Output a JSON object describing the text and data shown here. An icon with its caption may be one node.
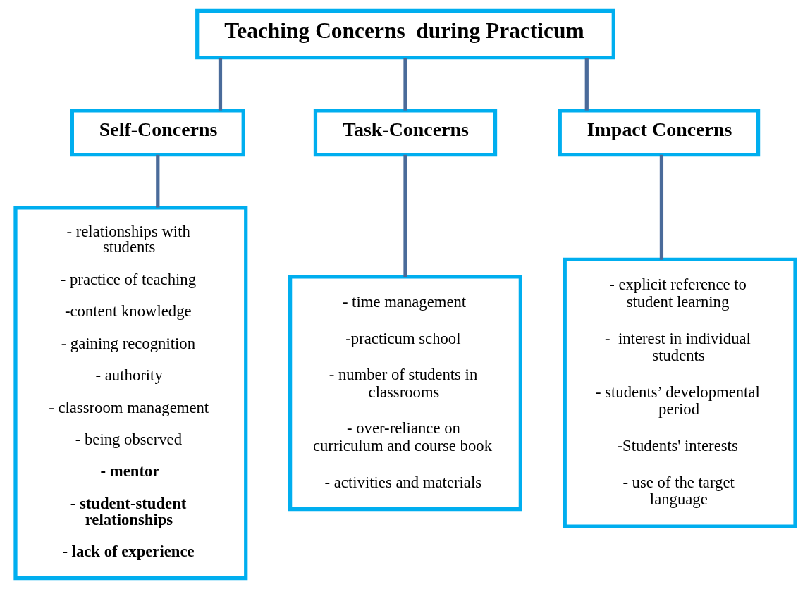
{
  "diagram": {
    "nodes": [
      {
        "text": [
          "Teaching Concerns  during Practicum"
        ]
      },
      {
        "text": [
          "Self-Concerns"
        ]
      },
      {
        "text": [
          "Task-Concerns"
        ]
      },
      {
        "text": [
          "Impact Concerns"
        ]
      },
      {
        "text": [
          "- relationships with students",
          "- practice of teaching",
          "-content knowledge",
          "- gaining recognition",
          "- authority",
          "- classroom management",
          "- being observed",
          "**- mentor**",
          "**- student-student relationships**",
          "**- lack of experience**"
        ]
      },
      {
        "text": [
          "- time management",
          "-practicum school",
          "- number of students in classrooms",
          "- over-reliance on curriculum and course book",
          "- activities and materials"
        ]
      },
      {
        "text": [
          "- explicit reference to student learning",
          "-  interest in individual students",
          "- students’ developmental period",
          "-Students' interests",
          "- use of the target language"
        ]
      }
    ],
    "edges": [
      {
        "from": 0,
        "to": 1,
        "arrow": "none"
      },
      {
        "from": 0,
        "to": 2,
        "arrow": "none"
      },
      {
        "from": 0,
        "to": 3,
        "arrow": "none"
      },
      {
        "from": 1,
        "to": 4,
        "arrow": "none"
      },
      {
        "from": 2,
        "to": 5,
        "arrow": "none"
      },
      {
        "from": 3,
        "to": 6,
        "arrow": "none"
      }
    ]
  }
}
